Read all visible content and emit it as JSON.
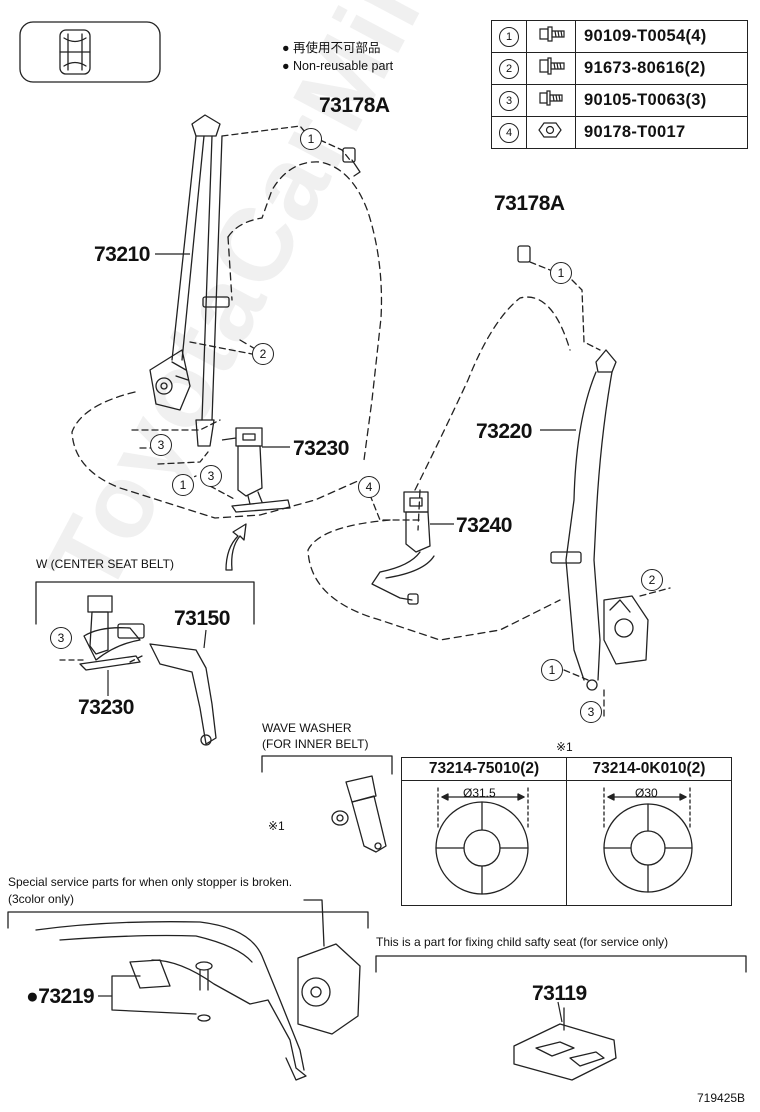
{
  "legend": {
    "jp": "● 再使用不可部品",
    "en": "● Non-reusable part"
  },
  "bolts": [
    {
      "no": "1",
      "code": "90109-T0054(4)"
    },
    {
      "no": "2",
      "code": "91673-80616(2)"
    },
    {
      "no": "3",
      "code": "90105-T0063(3)"
    },
    {
      "no": "4",
      "code": "90178-T0017"
    }
  ],
  "parts": {
    "p73178a_left": "73178A",
    "p73178a_right": "73178A",
    "p73210": "73210",
    "p73230": "73230",
    "p73220": "73220",
    "p73240": "73240",
    "p73150": "73150",
    "p73230_center": "73230",
    "p73219": "73219",
    "p73119": "73119"
  },
  "labels": {
    "center_belt": "W (CENTER SEAT BELT)",
    "wave_washer_1": "WAVE WASHER",
    "wave_washer_2": "(FOR INNER BELT)",
    "ref_mark": "※1",
    "ref_mark_table": "※1",
    "special_1": "Special service parts for when only stopper is broken.",
    "special_2": "(3color only)",
    "child_seat": "This is a part for fixing child safty seat (for service only)",
    "diagram_code": "719425B",
    "nonreusable_dot": "●"
  },
  "washers": [
    {
      "part": "73214-75010(2)",
      "dia": "Ø31.5"
    },
    {
      "part": "73214-0K010(2)",
      "dia": "Ø30"
    }
  ],
  "callouts": {
    "c1a": "1",
    "c2a": "2",
    "c3a": "3",
    "c1b": "1",
    "c3b": "3",
    "c1c": "1",
    "c4a": "4",
    "c2b": "2",
    "c1d": "1",
    "c3c": "3",
    "c3d": "3"
  },
  "watermark": "ToyotaCarMine.ru"
}
